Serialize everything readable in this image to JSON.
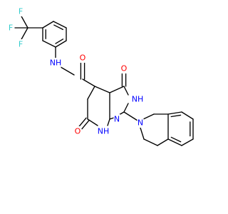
{
  "colors": {
    "bond": "#000000",
    "fluorine": "#33cccc",
    "nitrogen": "#0000ff",
    "oxygen": "#ff0000",
    "background": "#ffffff"
  },
  "labels": {
    "f_top": "F",
    "f_left": "F",
    "f_bottom": "F",
    "amide_nh": "NH",
    "amide_o": "O",
    "ketone_o": "O",
    "ring_nh": "NH",
    "lactam_o": "O",
    "lactam_nh": "NH",
    "ring_n": "N",
    "dihydroisoquinoline_n": "N"
  }
}
